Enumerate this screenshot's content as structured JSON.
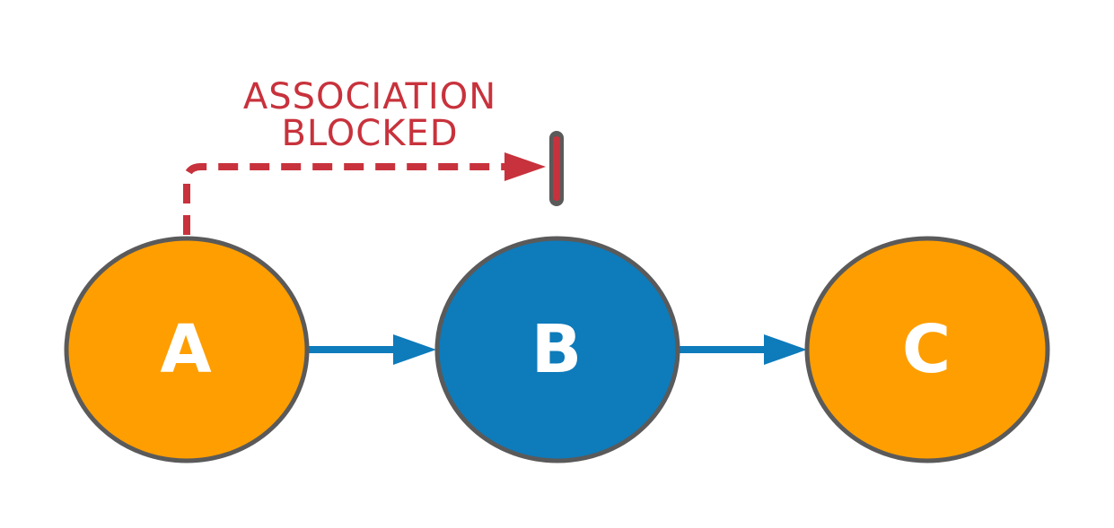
{
  "colors": {
    "node_orange": "#ff9e00",
    "node_blue": "#0e7bbb",
    "node_outline": "#5a5a5a",
    "flow_arrow": "#0e7bbb",
    "blocked": "#c8323c",
    "blocker_outline": "#5a5a5a"
  },
  "nodes": [
    {
      "label": "A",
      "color": "#ff9e00"
    },
    {
      "label": "B",
      "color": "#0e7bbb"
    },
    {
      "label": "C",
      "color": "#ff9e00"
    }
  ],
  "edges": [
    {
      "from": "A",
      "to": "B",
      "style": "solid"
    },
    {
      "from": "B",
      "to": "C",
      "style": "solid"
    }
  ],
  "blocked_path": {
    "from": "A",
    "to": "B",
    "style": "dashed",
    "label_lines": [
      "ASSOCIATION",
      "BLOCKED"
    ]
  }
}
